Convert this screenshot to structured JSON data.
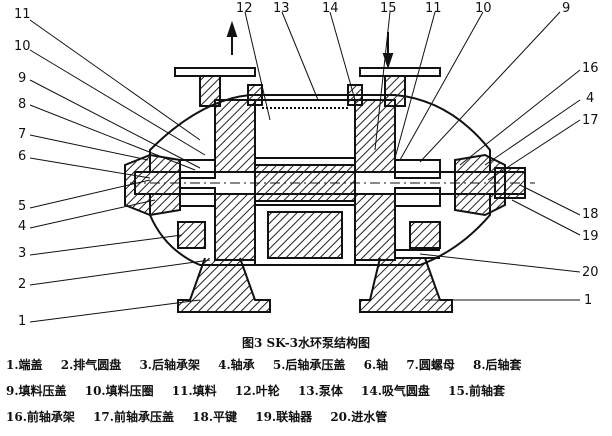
{
  "callouts": {
    "left": [
      "11",
      "10",
      "9",
      "8",
      "7",
      "6",
      "5",
      "4",
      "3",
      "2",
      "1"
    ],
    "top": [
      "12",
      "13",
      "14",
      "15",
      "11",
      "10",
      "9"
    ],
    "right": [
      "16",
      "4",
      "17",
      "18",
      "19",
      "20",
      "1"
    ]
  },
  "caption": "图3  SK-3水环泵结构图",
  "legend": [
    [
      "1.端盖",
      "2.排气圆盘",
      "3.后轴承架",
      "4.轴承",
      "5.后轴承压盖",
      "6.轴",
      "7.圆螺母",
      "8.后轴套"
    ],
    [
      "9.填料压盖",
      "10.填料压圈",
      "11.填料",
      "12.叶轮",
      "13.泵体",
      "14.吸气圆盘",
      "15.前轴套"
    ],
    [
      "16.前轴承架",
      "17.前轴承压盖",
      "18.平键",
      "19.联轴器",
      "20.进水管"
    ]
  ],
  "colors": {
    "ink": "#111111",
    "hatch": "#222222"
  }
}
